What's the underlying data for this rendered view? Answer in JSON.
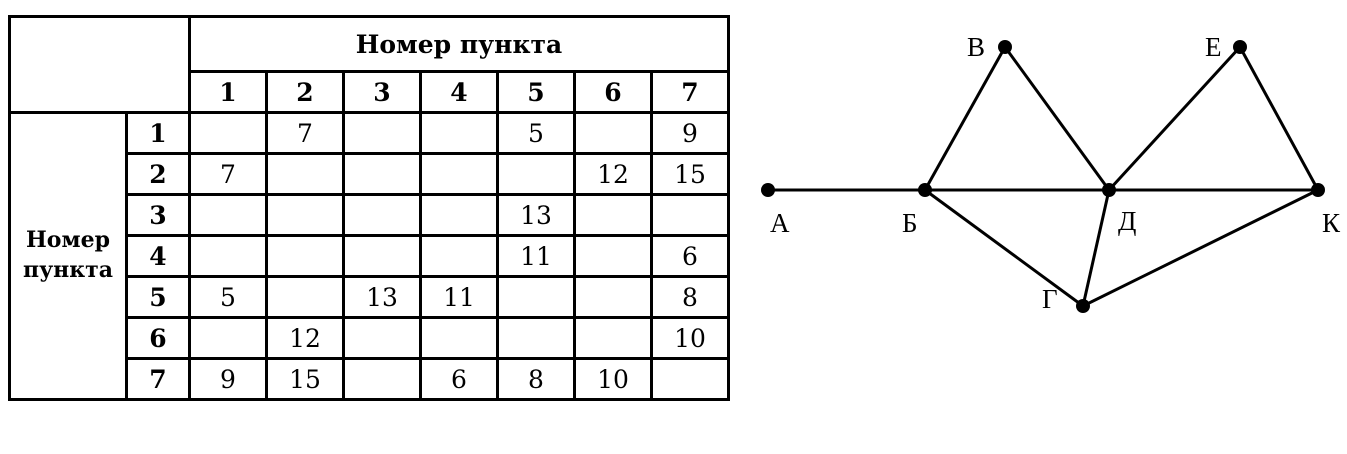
{
  "table": {
    "column_group_header": "Номер пункта",
    "row_group_header_line1": "Номер",
    "row_group_header_line2": "пункта",
    "column_numbers": [
      "1",
      "2",
      "3",
      "4",
      "5",
      "6",
      "7"
    ],
    "rows": [
      {
        "number": "1",
        "cells": [
          "",
          "7",
          "",
          "",
          "5",
          "",
          "9"
        ]
      },
      {
        "number": "2",
        "cells": [
          "7",
          "",
          "",
          "",
          "",
          "12",
          "15"
        ]
      },
      {
        "number": "3",
        "cells": [
          "",
          "",
          "",
          "",
          "13",
          "",
          ""
        ]
      },
      {
        "number": "4",
        "cells": [
          "",
          "",
          "",
          "",
          "11",
          "",
          "6"
        ]
      },
      {
        "number": "5",
        "cells": [
          "5",
          "",
          "13",
          "11",
          "",
          "",
          "8"
        ]
      },
      {
        "number": "6",
        "cells": [
          "",
          "12",
          "",
          "",
          "",
          "",
          "10"
        ]
      },
      {
        "number": "7",
        "cells": [
          "9",
          "15",
          "",
          "6",
          "8",
          "10",
          ""
        ]
      }
    ]
  },
  "graph": {
    "nodes": [
      "А",
      "Б",
      "В",
      "Г",
      "Д",
      "Е",
      "К"
    ],
    "edges": [
      [
        "А",
        "Б"
      ],
      [
        "Б",
        "В"
      ],
      [
        "В",
        "Д"
      ],
      [
        "Б",
        "Д"
      ],
      [
        "Б",
        "Г"
      ],
      [
        "Г",
        "Д"
      ],
      [
        "Д",
        "Е"
      ],
      [
        "Е",
        "К"
      ],
      [
        "Д",
        "К"
      ],
      [
        "Г",
        "К"
      ]
    ]
  }
}
